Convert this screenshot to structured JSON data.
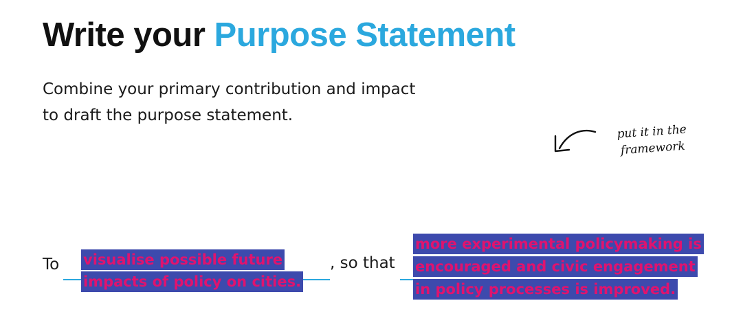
{
  "header": {
    "title_part1": "Write your ",
    "title_part2": "Purpose Statement",
    "accent_color": "#2ba8de"
  },
  "intro": {
    "line1": "Combine your primary contribution and impact",
    "line2": "to draft the purpose statement."
  },
  "annotation": {
    "icon": "curved-arrow-icon",
    "line1": "put it in the",
    "line2": "framework"
  },
  "framework": {
    "word_to": "To",
    "word_so_that": ", so that",
    "contribution": {
      "line1": "visualise possible future",
      "line2": "impacts of policy on cities."
    },
    "impact": {
      "line1": "more experimental policymaking is",
      "line2": "encouraged and  civic engagement",
      "line3": "in policy processes is improved."
    },
    "highlight_bg": "#3d4aad",
    "highlight_text": "#e0136e"
  }
}
